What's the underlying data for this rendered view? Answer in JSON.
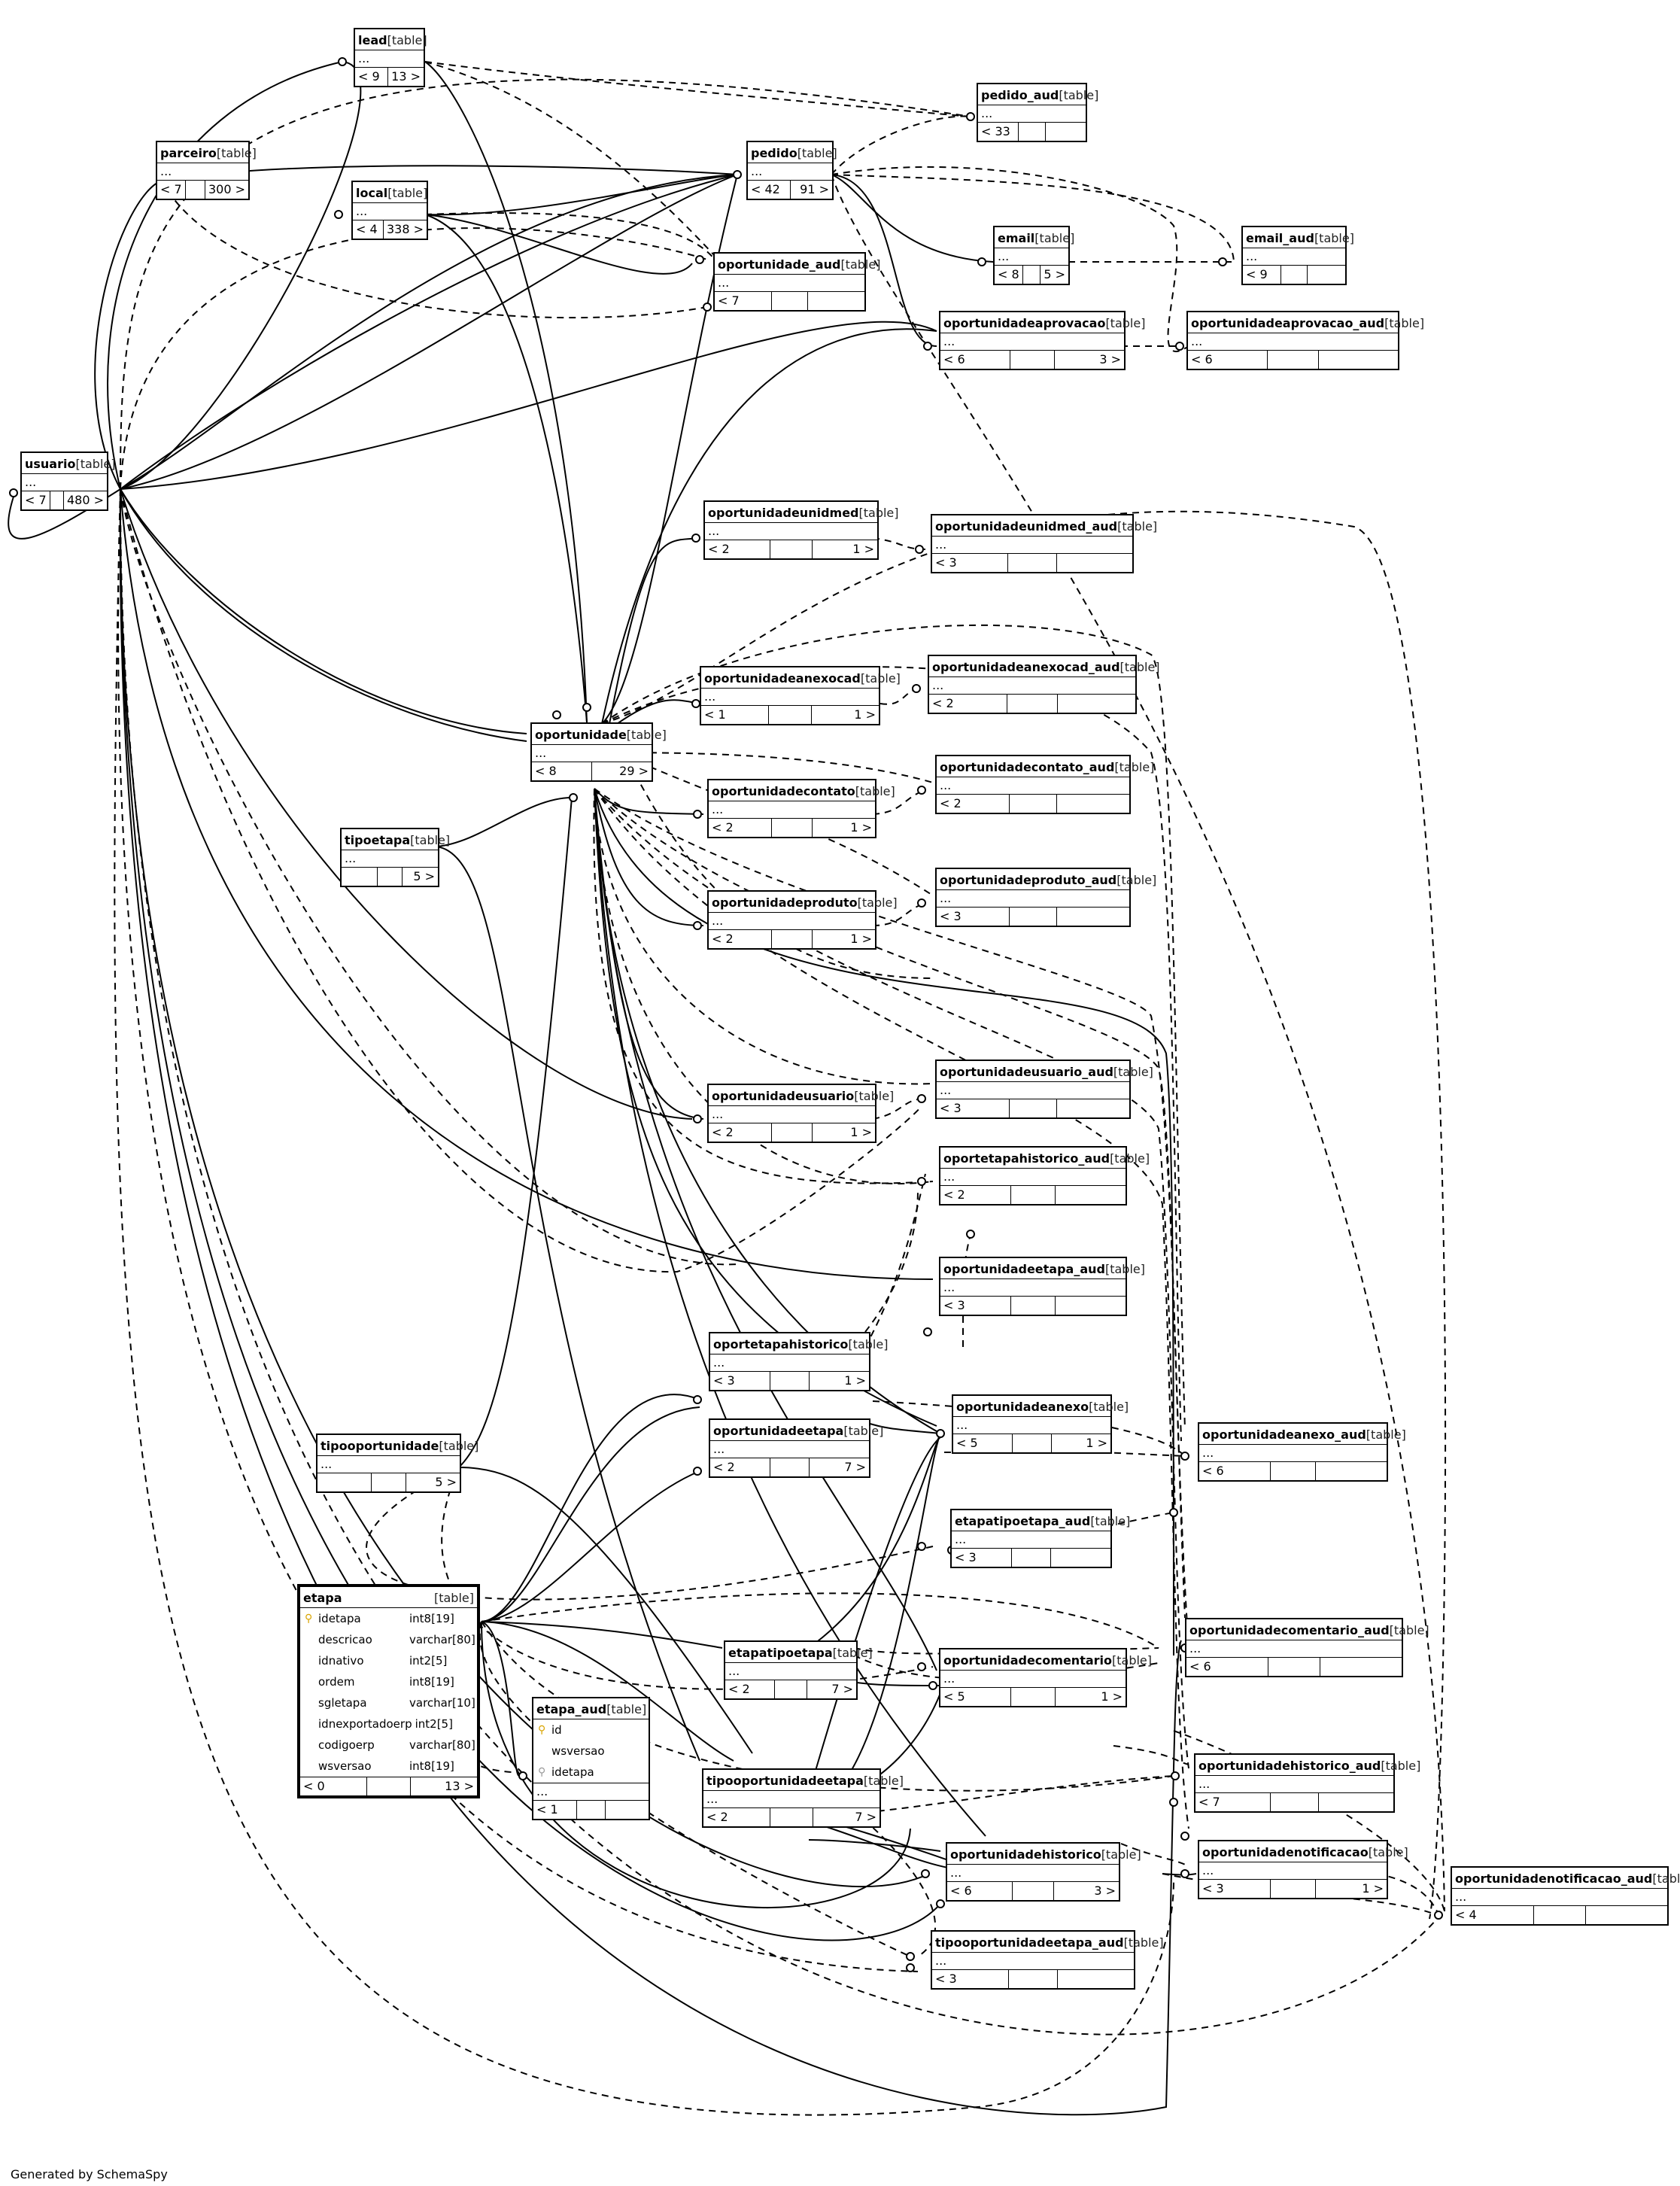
{
  "tables": {
    "lead": {
      "name": "lead",
      "kind": "[table]",
      "dots": "...",
      "parents": "< 9",
      "children": "13 >"
    },
    "parceiro": {
      "name": "parceiro",
      "kind": "[table]",
      "dots": "...",
      "parents": "< 7",
      "children": "300 >"
    },
    "local": {
      "name": "local",
      "kind": "[table]",
      "dots": "...",
      "parents": "< 4",
      "children": "338 >"
    },
    "pedido": {
      "name": "pedido",
      "kind": "[table]",
      "dots": "...",
      "parents": "< 42",
      "children": "91 >"
    },
    "pedido_aud": {
      "name": "pedido_aud",
      "kind": "[table]",
      "dots": "...",
      "parents": "< 33",
      "children": ""
    },
    "email": {
      "name": "email",
      "kind": "[table]",
      "dots": "...",
      "parents": "< 8",
      "children": "5 >"
    },
    "email_aud": {
      "name": "email_aud",
      "kind": "[table]",
      "dots": "...",
      "parents": "< 9",
      "children": ""
    },
    "oportunidade_aud": {
      "name": "oportunidade_aud",
      "kind": "[table]",
      "dots": "...",
      "parents": "< 7",
      "children": ""
    },
    "oportunidadeaprovacao": {
      "name": "oportunidadeaprovacao",
      "kind": "[table]",
      "dots": "...",
      "parents": "< 6",
      "children": "3 >"
    },
    "oportunidadeaprovacao_aud": {
      "name": "oportunidadeaprovacao_aud",
      "kind": "[table]",
      "dots": "...",
      "parents": "< 6",
      "children": ""
    },
    "usuario": {
      "name": "usuario",
      "kind": "[table]",
      "dots": "...",
      "parents": "< 7",
      "children": "480 >"
    },
    "oportunidadeunidmed": {
      "name": "oportunidadeunidmed",
      "kind": "[table]",
      "dots": "...",
      "parents": "< 2",
      "children": "1 >"
    },
    "oportunidadeunidmed_aud": {
      "name": "oportunidadeunidmed_aud",
      "kind": "[table]",
      "dots": "...",
      "parents": "< 3",
      "children": ""
    },
    "oportunidadeanexocad": {
      "name": "oportunidadeanexocad",
      "kind": "[table]",
      "dots": "...",
      "parents": "< 1",
      "children": "1 >"
    },
    "oportunidadeanexocad_aud": {
      "name": "oportunidadeanexocad_aud",
      "kind": "[table]",
      "dots": "...",
      "parents": "< 2",
      "children": ""
    },
    "oportunidade": {
      "name": "oportunidade",
      "kind": "[table]",
      "dots": "...",
      "parents": "< 8",
      "children": "29 >"
    },
    "oportunidadecontato": {
      "name": "oportunidadecontato",
      "kind": "[table]",
      "dots": "...",
      "parents": "< 2",
      "children": "1 >"
    },
    "oportunidadecontato_aud": {
      "name": "oportunidadecontato_aud",
      "kind": "[table]",
      "dots": "...",
      "parents": "< 2",
      "children": ""
    },
    "tipoetapa": {
      "name": "tipoetapa",
      "kind": "[table]",
      "dots": "...",
      "parents": "",
      "children": "5 >"
    },
    "oportunidadeproduto": {
      "name": "oportunidadeproduto",
      "kind": "[table]",
      "dots": "...",
      "parents": "< 2",
      "children": "1 >"
    },
    "oportunidadeproduto_aud": {
      "name": "oportunidadeproduto_aud",
      "kind": "[table]",
      "dots": "...",
      "parents": "< 3",
      "children": ""
    },
    "oportunidadeusuario": {
      "name": "oportunidadeusuario",
      "kind": "[table]",
      "dots": "...",
      "parents": "< 2",
      "children": "1 >"
    },
    "oportunidadeusuario_aud": {
      "name": "oportunidadeusuario_aud",
      "kind": "[table]",
      "dots": "...",
      "parents": "< 3",
      "children": ""
    },
    "oportetapahistorico_aud": {
      "name": "oportetapahistorico_aud",
      "kind": "[table]",
      "dots": "...",
      "parents": "< 2",
      "children": ""
    },
    "oportunidadeetapa_aud": {
      "name": "oportunidadeetapa_aud",
      "kind": "[table]",
      "dots": "...",
      "parents": "< 3",
      "children": ""
    },
    "oportetapahistorico": {
      "name": "oportetapahistorico",
      "kind": "[table]",
      "dots": "...",
      "parents": "< 3",
      "children": "1 >"
    },
    "oportunidadeetapa": {
      "name": "oportunidadeetapa",
      "kind": "[table]",
      "dots": "...",
      "parents": "< 2",
      "children": "7 >"
    },
    "oportunidadeanexo": {
      "name": "oportunidadeanexo",
      "kind": "[table]",
      "dots": "...",
      "parents": "< 5",
      "children": "1 >"
    },
    "oportunidadeanexo_aud": {
      "name": "oportunidadeanexo_aud",
      "kind": "[table]",
      "dots": "...",
      "parents": "< 6",
      "children": ""
    },
    "tipooportunidade": {
      "name": "tipooportunidade",
      "kind": "[table]",
      "dots": "...",
      "parents": "",
      "children": "5 >"
    },
    "etapatipoetapa_aud": {
      "name": "etapatipoetapa_aud",
      "kind": "[table]",
      "dots": "...",
      "parents": "< 3",
      "children": ""
    },
    "etapatipoetapa": {
      "name": "etapatipoetapa",
      "kind": "[table]",
      "dots": "...",
      "parents": "< 2",
      "children": "7 >"
    },
    "oportunidadecomentario": {
      "name": "oportunidadecomentario",
      "kind": "[table]",
      "dots": "...",
      "parents": "< 5",
      "children": "1 >"
    },
    "oportunidadecomentario_aud": {
      "name": "oportunidadecomentario_aud",
      "kind": "[table]",
      "dots": "...",
      "parents": "< 6",
      "children": ""
    },
    "oportunidadehistorico_aud": {
      "name": "oportunidadehistorico_aud",
      "kind": "[table]",
      "dots": "...",
      "parents": "< 7",
      "children": ""
    },
    "tipooportunidadeetapa": {
      "name": "tipooportunidadeetapa",
      "kind": "[table]",
      "dots": "...",
      "parents": "< 2",
      "children": "7 >"
    },
    "oportunidadehistorico": {
      "name": "oportunidadehistorico",
      "kind": "[table]",
      "dots": "...",
      "parents": "< 6",
      "children": "3 >"
    },
    "oportunidadenotificacao": {
      "name": "oportunidadenotificacao",
      "kind": "[table]",
      "dots": "...",
      "parents": "< 3",
      "children": "1 >"
    },
    "oportunidadenotificacao_aud": {
      "name": "oportunidadenotificacao_aud",
      "kind": "[table]",
      "dots": "...",
      "parents": "< 4",
      "children": ""
    },
    "tipooportunidadeetapa_aud": {
      "name": "tipooportunidadeetapa_aud",
      "kind": "[table]",
      "dots": "...",
      "parents": "< 3",
      "children": ""
    }
  },
  "etapa": {
    "name": "etapa",
    "kind": "[table]",
    "columns": [
      {
        "name": "idetapa",
        "type": "int8[19]",
        "key": "pk"
      },
      {
        "name": "descricao",
        "type": "varchar[80]",
        "key": ""
      },
      {
        "name": "idnativo",
        "type": "int2[5]",
        "key": ""
      },
      {
        "name": "ordem",
        "type": "int8[19]",
        "key": ""
      },
      {
        "name": "sgletapa",
        "type": "varchar[10]",
        "key": ""
      },
      {
        "name": "idnexportadoerp",
        "type": "int2[5]",
        "key": ""
      },
      {
        "name": "codigoerp",
        "type": "varchar[80]",
        "key": ""
      },
      {
        "name": "wsversao",
        "type": "int8[19]",
        "key": ""
      }
    ],
    "parents": "< 0",
    "children": "13 >"
  },
  "etapa_aud": {
    "name": "etapa_aud",
    "kind": "[table]",
    "columns": [
      {
        "name": "id",
        "key": "pk"
      },
      {
        "name": "wsversao",
        "key": ""
      },
      {
        "name": "idetapa",
        "key": "fk"
      }
    ],
    "dots": "...",
    "parents": "< 1",
    "children": ""
  },
  "footer": "Generated by SchemaSpy",
  "colors": {
    "line": "#000000",
    "pk_icon": "#d9a400"
  }
}
